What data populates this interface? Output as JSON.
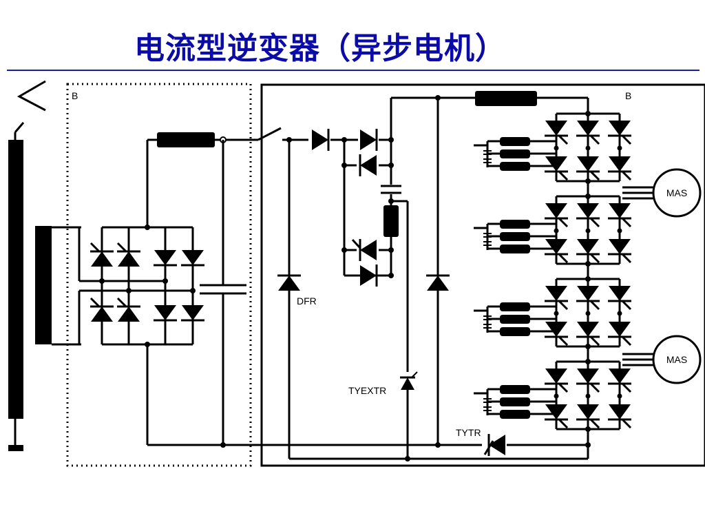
{
  "slide": {
    "title": "电流型逆变器（异步电机）"
  },
  "diagram": {
    "labels": {
      "bus_left": "B",
      "bus_right": "B",
      "freewheel_diode": "DFR",
      "extinction_thyristor": "TYEXTR",
      "thyristor": "TYTR",
      "motor_1": "MAS",
      "motor_2": "MAS"
    },
    "icons": {
      "pantograph": "pantograph-icon",
      "transformer": "transformer-icon",
      "capacitor": "capacitor-icon",
      "inductor": "inductor-icon",
      "diode": "diode-icon",
      "thyristor": "thyristor-icon",
      "motor": "motor-icon",
      "ground": "ground-icon"
    },
    "colors": {
      "title": "#0b0ba8",
      "rule": "#1a1aa0",
      "lines": "#000000"
    }
  }
}
